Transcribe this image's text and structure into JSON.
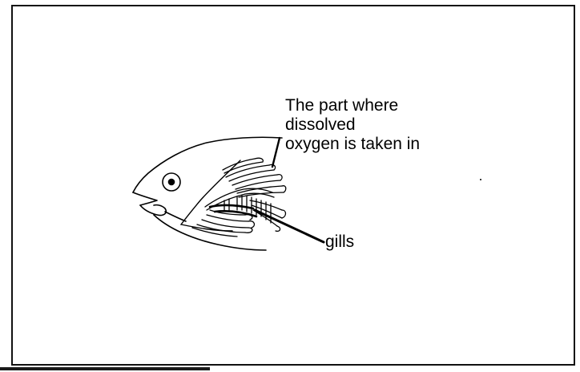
{
  "labels": {
    "oxygen_line1": "The part where",
    "oxygen_line2": "dissolved",
    "oxygen_line3": "oxygen is taken in",
    "gills": "gills"
  },
  "colors": {
    "ink": "#000000",
    "frame": "#111111",
    "background": "#ffffff"
  }
}
